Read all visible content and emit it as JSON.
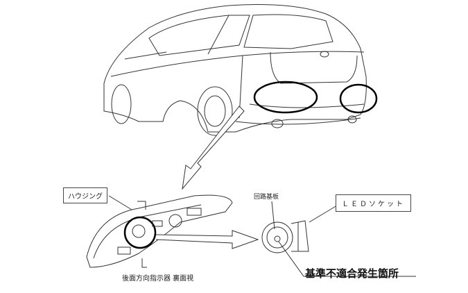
{
  "labels": {
    "housing": "ハウジング",
    "circuit_board": "回路基板",
    "led_socket": "ＬＥＤソケット",
    "defect_location": "基準不適合発生箇所",
    "caption": "後面方向指示器 裏面視"
  }
}
